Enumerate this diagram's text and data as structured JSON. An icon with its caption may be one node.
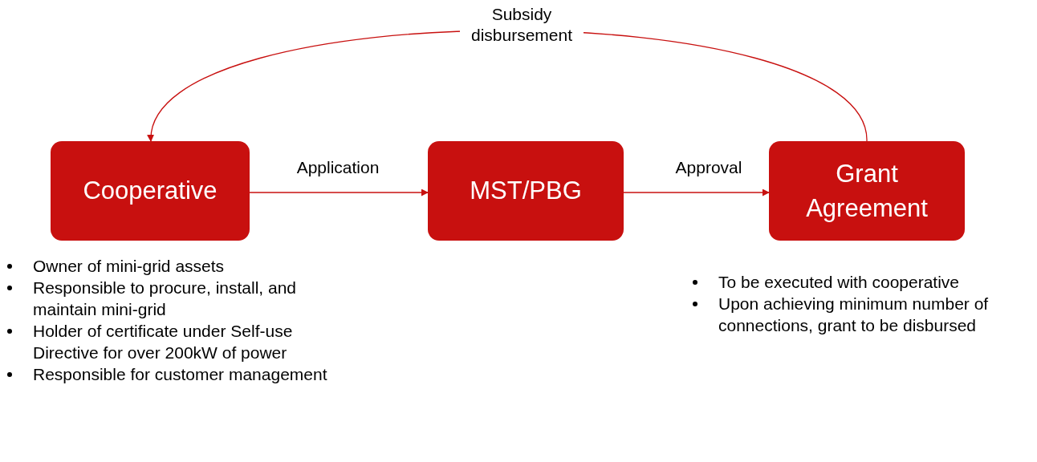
{
  "diagram": {
    "nodes": [
      {
        "text": [
          "Cooperative"
        ],
        "beside": [
          "Owner of mini-grid assets",
          "Responsible to procure, install, and maintain mini-grid",
          "Holder of certificate under Self-use Directive for over 200kW of power",
          "Responsible for customer management"
        ]
      },
      {
        "text": [
          "MST/PBG"
        ]
      },
      {
        "text": [
          "Grant Agreement"
        ],
        "beside": [
          "To be executed with cooperative",
          "Upon achieving minimum  number of connections, grant to be disbursed"
        ]
      }
    ],
    "edges": [
      {
        "from": 0,
        "to": 1,
        "arrow": "to",
        "label": "Application"
      },
      {
        "from": 1,
        "to": 2,
        "arrow": "to",
        "label": "Approval"
      },
      {
        "from": 2,
        "to": 0,
        "arrow": "to",
        "label": "Subsidy disbursement"
      }
    ]
  }
}
